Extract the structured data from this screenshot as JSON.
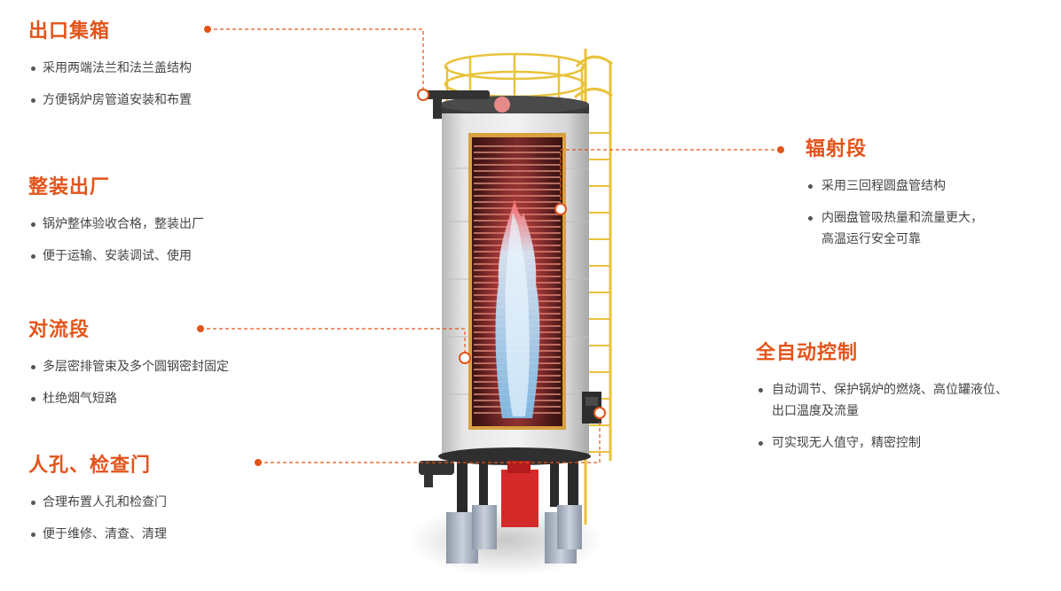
{
  "features": {
    "outlet_header": {
      "title": "出口集箱",
      "points": [
        "采用两端法兰和法兰盖结构",
        "方便锅炉房管道安装和布置"
      ]
    },
    "factory_assembled": {
      "title": "整装出厂",
      "points": [
        "锅炉整体验收合格，整装出厂",
        "便于运输、安装调试、使用"
      ]
    },
    "convection_section": {
      "title": "对流段",
      "points": [
        "多层密排管束及多个圆钢密封固定",
        "杜绝烟气短路"
      ]
    },
    "manhole_door": {
      "title": "人孔、检查门",
      "points": [
        "合理布置人孔和检查门",
        "便于维修、清查、清理"
      ]
    },
    "radiation_section": {
      "title": "辐射段",
      "points": [
        "采用三回程圆盘管结构",
        "内圈盘管吸热量和流量更大，",
        "高温运行安全可靠"
      ]
    },
    "auto_control": {
      "title": "全自动控制",
      "points": [
        "自动调节、保护锅炉的燃烧、高位罐液位、",
        "出口温度及流量",
        "可实现无人值守，精密控制"
      ]
    }
  },
  "colors": {
    "accent": "#e3541a",
    "railing": "#e9c23a",
    "shell": "#d4d4d4",
    "coil": "#b06a5e",
    "flame": "#9ed6f5",
    "burner": "#d42a2a"
  }
}
